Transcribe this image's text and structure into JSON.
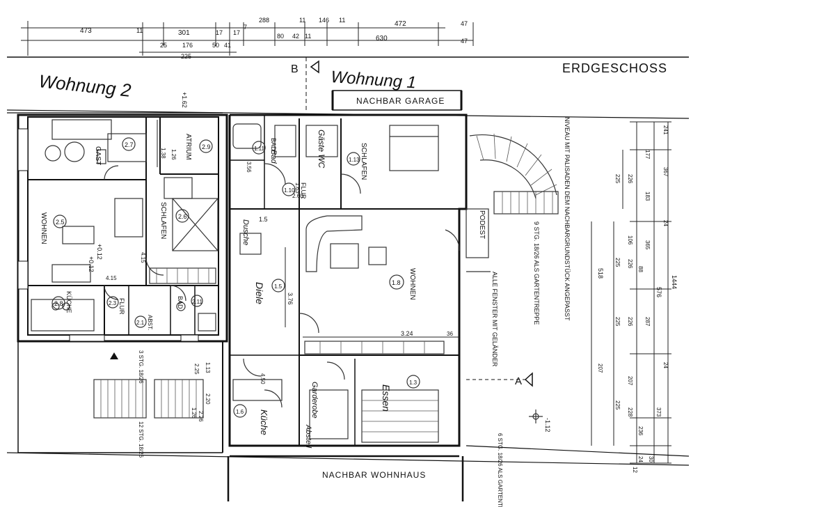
{
  "title": "ERDGESCHOSS",
  "handwritten": {
    "left_unit": "Wohnung 2",
    "right_unit": "Wohnung 1",
    "bad_marker": "Bad",
    "gaeste_wc": "Gäste WC",
    "diele": "Diele",
    "dusche": "Dusche",
    "kueche": "Küche",
    "garderobe": "Garderobe",
    "abstell": "Abstell",
    "essen": "Essen"
  },
  "section_markers": {
    "top": "B",
    "right": "A"
  },
  "neighbors": {
    "garage": "NACHBAR GARAGE",
    "house": "NACHBAR WOHNHAUS",
    "note": "NIVEAU MIT PALISADEN DEM NACHBARGRUNDSTÜCK ANGEPASST",
    "stair_note": "9 STG. 18/26 ALS GARTENTREPPE",
    "window_note": "ALLE FENSTER MIT GELÄNDER",
    "bottom_stair": "6 STG. 18/26 ALS GARTENTR."
  },
  "rooms": [
    {
      "id": "2.7",
      "name": "GAST"
    },
    {
      "id": "2.9",
      "name": "ATRIUM"
    },
    {
      "id": "2.5",
      "name": "WOHNEN"
    },
    {
      "id": "2.6",
      "name": "SCHLAFEN"
    },
    {
      "id": "2.8",
      "name": "KÜCHE"
    },
    {
      "id": "2.3",
      "name": "FLUR"
    },
    {
      "id": "2.11",
      "name": "BAD"
    },
    {
      "id": "2.1",
      "name": "ABST."
    },
    {
      "id": "1.11",
      "name": "BAD"
    },
    {
      "id": "1.13",
      "name": "SCHLAFEN"
    },
    {
      "id": "1.10",
      "name": "FLUR"
    },
    {
      "id": "1.8",
      "name": "WOHNEN"
    },
    {
      "id": "1.5",
      "name": ""
    },
    {
      "id": "1.6",
      "name": ""
    },
    {
      "id": "1.3",
      "name": ""
    },
    {
      "id": "1.1",
      "name": "PODEST"
    }
  ],
  "heights": {
    "room_275": "+0.12",
    "wohnen_2": "+0.12",
    "outside": "-1.12",
    "atrium": "+1.62"
  },
  "stair_labels": {
    "left": "12 STG. 18/26",
    "upper": "3 STG. 18/26"
  },
  "dims_top": {
    "row1": [
      "473",
      "11",
      "301",
      "17",
      "17",
      "7",
      "288",
      "11",
      "146",
      "11",
      "472",
      "47"
    ],
    "row2": [
      "25",
      "176",
      "50",
      "41",
      "80",
      "42",
      "11",
      "630",
      "47"
    ],
    "row3": [
      "225"
    ]
  },
  "dims_right": [
    "241",
    "177",
    "367",
    "225",
    "226",
    "183",
    "24",
    "106",
    "365",
    "225",
    "226",
    "88",
    "518",
    "576",
    "1444",
    "225",
    "226",
    "287",
    "207",
    "207",
    "24",
    "225",
    "228",
    "373",
    "236",
    "24",
    "30",
    "12"
  ],
  "dims_inner": [
    "1.38",
    "1.26",
    "3.56",
    "2.60",
    "1.63",
    "3.76",
    "3.24",
    "36",
    "4.50",
    "1.13",
    "2.25",
    "2.20",
    "1.26",
    "2.26",
    "4.15",
    "4.15",
    "1.5"
  ]
}
